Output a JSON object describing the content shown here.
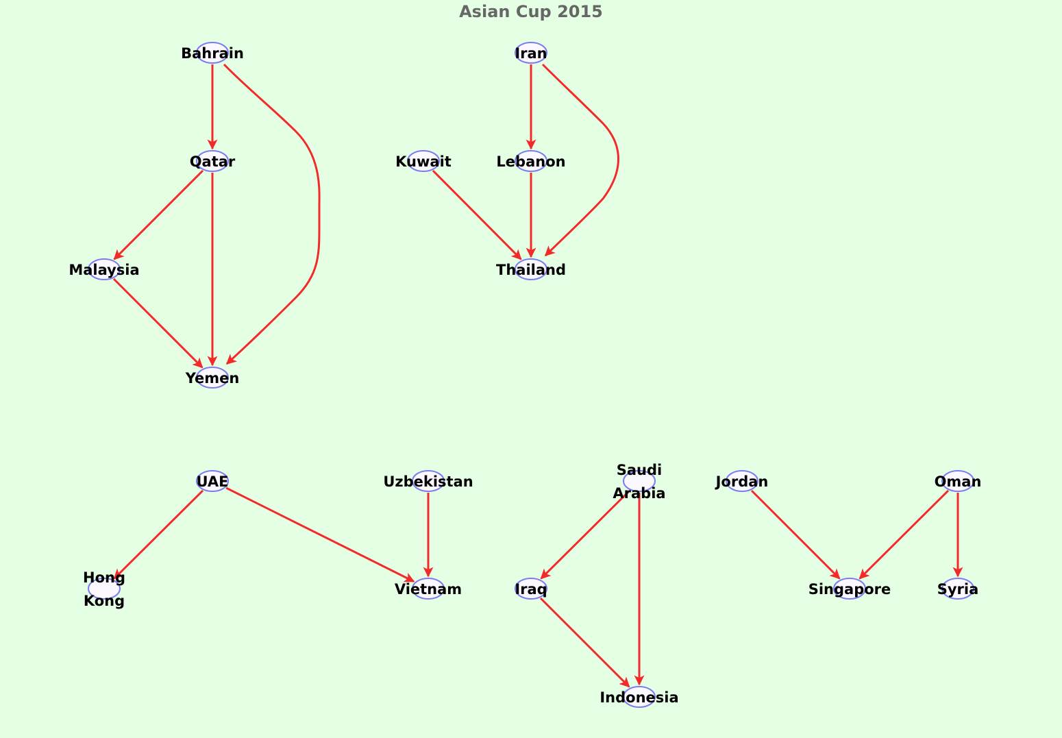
{
  "title": "Asian Cup 2015",
  "colors": {
    "background": "#e5ffe5",
    "node_fill": "#fbf9ff",
    "node_stroke": "#7b7bf2",
    "edge": "#f22a2a",
    "title": "#666666"
  },
  "nodes": [
    {
      "id": "bahrain",
      "label": [
        "Bahrain"
      ]
    },
    {
      "id": "qatar",
      "label": [
        "Qatar"
      ]
    },
    {
      "id": "malaysia",
      "label": [
        "Malaysia"
      ]
    },
    {
      "id": "yemen",
      "label": [
        "Yemen"
      ]
    },
    {
      "id": "iran",
      "label": [
        "Iran"
      ]
    },
    {
      "id": "kuwait",
      "label": [
        "Kuwait"
      ]
    },
    {
      "id": "lebanon",
      "label": [
        "Lebanon"
      ]
    },
    {
      "id": "thailand",
      "label": [
        "Thailand"
      ]
    },
    {
      "id": "uae",
      "label": [
        "UAE"
      ]
    },
    {
      "id": "uzbekistan",
      "label": [
        "Uzbekistan"
      ]
    },
    {
      "id": "hong-kong",
      "label": [
        "Hong",
        "Kong"
      ]
    },
    {
      "id": "vietnam",
      "label": [
        "Vietnam"
      ]
    },
    {
      "id": "saudi-arabia",
      "label": [
        "Saudi",
        "Arabia"
      ]
    },
    {
      "id": "iraq",
      "label": [
        "Iraq"
      ]
    },
    {
      "id": "indonesia",
      "label": [
        "Indonesia"
      ]
    },
    {
      "id": "jordan",
      "label": [
        "Jordan"
      ]
    },
    {
      "id": "oman",
      "label": [
        "Oman"
      ]
    },
    {
      "id": "singapore",
      "label": [
        "Singapore"
      ]
    },
    {
      "id": "syria",
      "label": [
        "Syria"
      ]
    }
  ],
  "edges": [
    {
      "from": "bahrain",
      "to": "qatar"
    },
    {
      "from": "bahrain",
      "to": "yemen"
    },
    {
      "from": "qatar",
      "to": "malaysia"
    },
    {
      "from": "qatar",
      "to": "yemen"
    },
    {
      "from": "malaysia",
      "to": "yemen"
    },
    {
      "from": "iran",
      "to": "lebanon"
    },
    {
      "from": "iran",
      "to": "thailand"
    },
    {
      "from": "kuwait",
      "to": "thailand"
    },
    {
      "from": "lebanon",
      "to": "thailand"
    },
    {
      "from": "uae",
      "to": "hong-kong"
    },
    {
      "from": "uae",
      "to": "vietnam"
    },
    {
      "from": "uzbekistan",
      "to": "vietnam"
    },
    {
      "from": "saudi-arabia",
      "to": "iraq"
    },
    {
      "from": "saudi-arabia",
      "to": "indonesia"
    },
    {
      "from": "iraq",
      "to": "indonesia"
    },
    {
      "from": "jordan",
      "to": "singapore"
    },
    {
      "from": "oman",
      "to": "singapore"
    },
    {
      "from": "oman",
      "to": "syria"
    }
  ]
}
